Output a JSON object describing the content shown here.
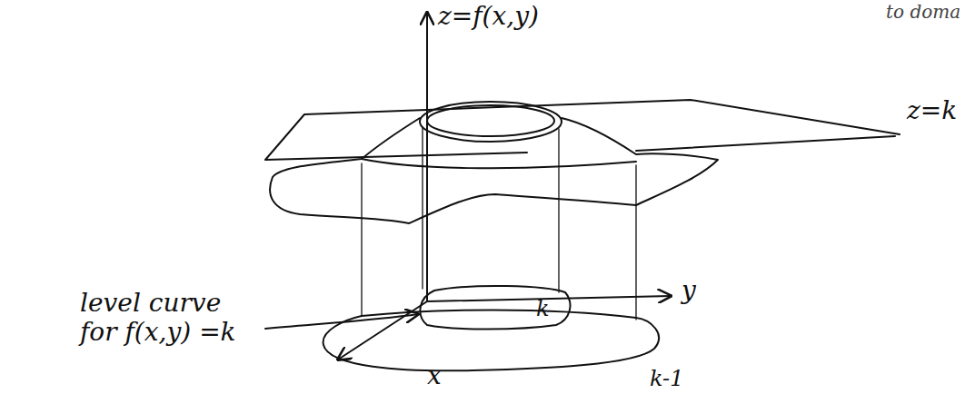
{
  "diagram": {
    "labels": [
      "z=f(x,y)",
      "to doma",
      "z=k",
      "level curve for f(x,y) =k",
      "y",
      "x",
      "k",
      "k-1"
    ]
  }
}
